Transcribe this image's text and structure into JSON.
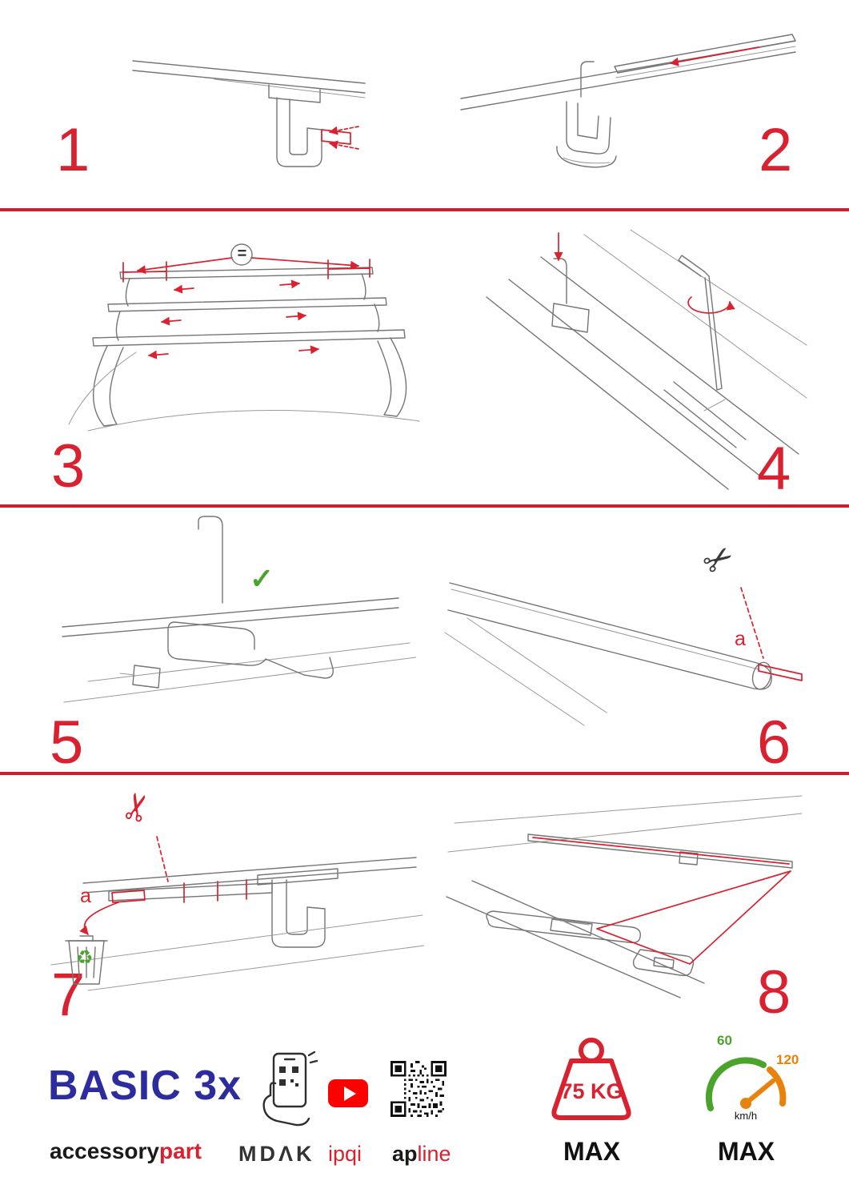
{
  "palette": {
    "accent_red": "#d9212f",
    "separator_red": "#c9202e",
    "drawing_gray": "#757575",
    "check_green": "#4aa32a",
    "brand_blue": "#2c2ca0",
    "youtube_red": "#ff0000",
    "gauge_orange": "#e8820c"
  },
  "steps": {
    "n1": "1",
    "n2": "2",
    "n3": "3",
    "n4": "4",
    "n5": "5",
    "n6": "6",
    "n7": "7",
    "n8": "8"
  },
  "annotations": {
    "equal_sign": "=",
    "checkmark_glyph": "✓",
    "scissors_glyph": "✂",
    "recycle_glyph": "♻",
    "label_a_step6": "a",
    "label_a_step7": "a"
  },
  "footer": {
    "product_name": "BASIC 3x",
    "brand_part1": "accessory",
    "brand_part2": "part",
    "logo_mdak": "MDΛK",
    "logo_ipqi": "ipqi",
    "logo_apline_part1": "ap",
    "logo_apline_part2": "line",
    "weight_limit": "75 KG",
    "weight_max_label": "MAX",
    "speed_tick_low": "60",
    "speed_tick_high": "120",
    "speed_unit": "km/h",
    "speed_max_label": "MAX"
  }
}
